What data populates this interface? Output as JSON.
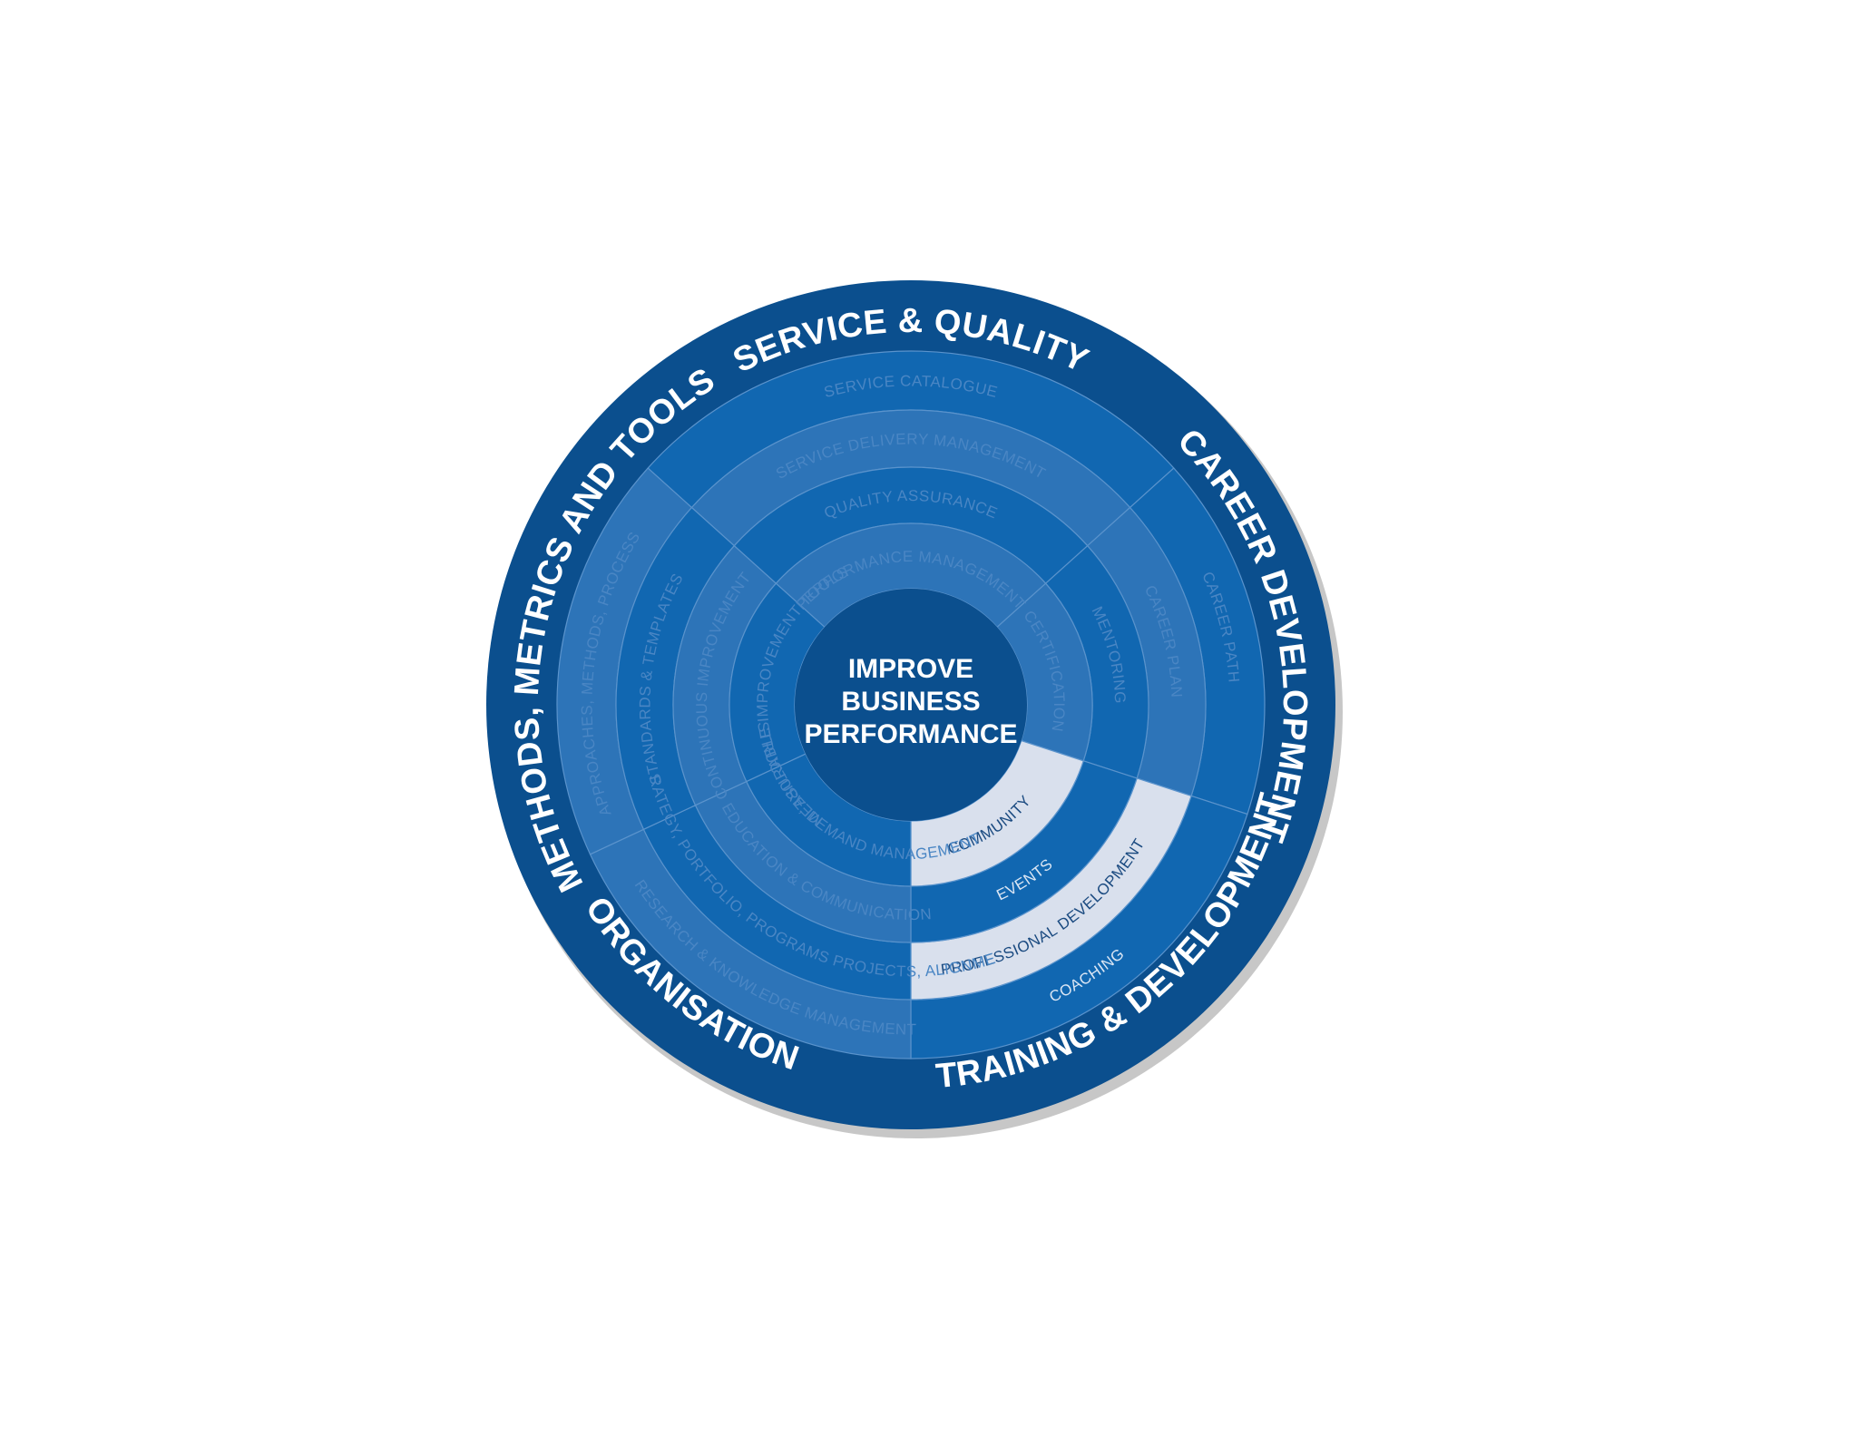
{
  "diagram": {
    "center": {
      "lines": [
        "IMPROVE",
        "BUSINESS",
        "PERFORMANCE"
      ]
    },
    "segments": [
      {
        "id": "service",
        "title": "SERVICE & QUALITY",
        "items": [
          "SERVICE CATALOGUE",
          "SERVICE DELIVERY MANAGEMENT",
          "QUALITY ASSURANCE",
          "PERFORMANCE MANAGEMENT"
        ]
      },
      {
        "id": "career",
        "title": "CAREER DEVELOPMENT",
        "items": [
          "CAREER PATH",
          "CAREER PLAN",
          "MENTORING",
          "CERTIFICATION"
        ]
      },
      {
        "id": "training",
        "title": "TRAINING & DEVELOPMENT",
        "items": [
          "COACHING",
          "PROFESSIONAL DEVELOPMENT",
          "EVENTS",
          "COMMUNITY"
        ]
      },
      {
        "id": "organisation",
        "title": "ORGANISATION",
        "items": [
          "RESEARCH & KNOWLEDGE MANAGEMENT",
          "STRATEGY, PORTFOLIO, PROGRAMS PROJECTS, ALIGNMENT",
          "EDUCATION & COMMUNICATION",
          "STRUCTURE, DEMAND MANAGEMENT"
        ]
      },
      {
        "id": "methods",
        "title": "METHODS, METRICS AND TOOLS",
        "items": [
          "APPROACHES, METHODS, PROCESS",
          "STANDARDS & TEMPLATES",
          "CONTINUOUS IMPROVEMENT",
          "MEASURABLE IMPROVEMENT TOOLS"
        ]
      }
    ],
    "colors": {
      "outer_ring": "#0b4f8e",
      "ring_primary": "#1167b1",
      "ring_secondary": "#2d74b8",
      "highlight_ring": "#d9e0ed",
      "highlight_text": "#1a4a80",
      "muted_text": "#4a86c4",
      "center": "#0b4f8e",
      "divider": "#5a93cc",
      "text_light": "#ffffff"
    }
  }
}
